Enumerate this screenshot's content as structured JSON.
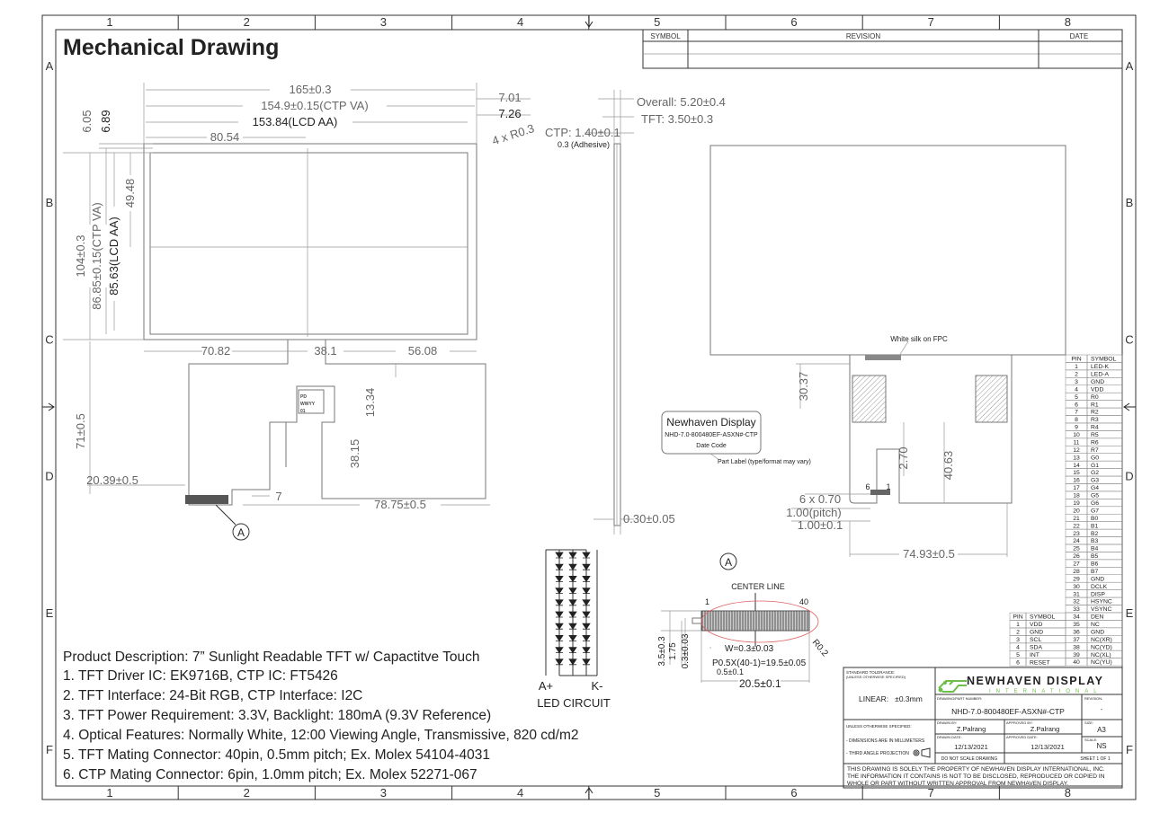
{
  "title": "Mechanical Drawing",
  "zones": {
    "columns": [
      "1",
      "2",
      "3",
      "4",
      "5",
      "6",
      "7",
      "8"
    ],
    "rows": [
      "A",
      "B",
      "C",
      "D",
      "E",
      "F"
    ]
  },
  "revision_table": {
    "symbol": "SYMBOL",
    "revision": "REVISION",
    "date": "DATE"
  },
  "front_view": {
    "overall_width": "165±0.3",
    "ctp_va_width": "154.9±0.15(CTP VA)",
    "lcd_aa_width": "153.84(LCD AA)",
    "center_offset_x": "80.54",
    "right_offset_1": "7.01",
    "right_offset_2": "7.26",
    "corner_radius": "4 x R0.3",
    "top_offset_1": "6.05",
    "top_offset_2": "6.89",
    "center_offset_y": "49.48",
    "overall_height": "104±0.3",
    "ctp_va_height": "86.85±0.15(CTP VA)",
    "lcd_aa_height": "85.63(LCD AA)",
    "fpc_left": "70.82",
    "fpc_width": "38.1",
    "fpc_right": "56.08",
    "label_offset": "13.34",
    "fpc_length": "38.15",
    "total_height": "71±0.5",
    "connector_offset": "20.39±0.5",
    "tail_width": "7",
    "tail_offset": "78.75±0.5",
    "detail_marker": "A",
    "fpc_label_lines": [
      "PD",
      "WWYY",
      "01"
    ]
  },
  "side_view": {
    "overall": "Overall: 5.20±0.4",
    "tft": "TFT: 3.50±0.3",
    "ctp": "CTP: 1.40±0.1",
    "adhesive": "0.3 (Adhesive)",
    "fpc_thickness": "0.30±0.05"
  },
  "part_label": {
    "brand": "Newhaven Display",
    "part_number": "NHD-7.0-800480EF-ASXN#-CTP",
    "date_code": "Date Code",
    "note": "Part Label (type/format may vary)"
  },
  "back_view": {
    "silk_note": "White silk on FPC",
    "fpc_offset": "30.37",
    "ctp_conn_offset": "2.70",
    "fpc_height": "40.63",
    "pin_6": "6",
    "pin_1": "1",
    "ctp_pins": "6 x 0.70",
    "ctp_pitch": "1.00(pitch)",
    "ctp_pitch_tol": "1.00±0.1",
    "fpc_offset_x": "74.93±0.5"
  },
  "led_circuit": {
    "anode": "A+",
    "cathode": "K-",
    "label": "LED CIRCUIT",
    "rows": 10,
    "cols": 3
  },
  "detail_a": {
    "marker": "A",
    "center_line": "CENTER LINE",
    "pin_first": "1",
    "pin_last": "40",
    "radius": "R0.2",
    "height": "3.5±0.3",
    "half_height": "1.75",
    "contact_thickness": "0.3±0.03",
    "width": "W=0.3±0.03",
    "pitch": "P0.5X(40-1)=19.5±0.05",
    "edge": "0.5±0.1",
    "total_width": "20.5±0.1"
  },
  "description": [
    "Product Description: 7” Sunlight Readable TFT w/ Capactitve Touch",
    "1. TFT Driver IC: EK9716B, CTP IC: FT5426",
    "2. TFT Interface: 24-Bit RGB, CTP Interface: I2C",
    "3. TFT Power Requirement: 3.3V, Backlight: 180mA (9.3V Reference)",
    "4. Optical Features: Normally White, 12:00 Viewing Angle, Transmissive, 820 cd/m2",
    "5. TFT Mating Connector: 40pin, 0.5mm pitch; Ex. Molex 54104-4031",
    "6. CTP Mating Connector: 6pin, 1.0mm pitch; Ex. Molex 52271-067"
  ],
  "tft_pin_table": {
    "headers": [
      "PIN",
      "SYMBOL"
    ],
    "rows": [
      [
        "1",
        "LED-K"
      ],
      [
        "2",
        "LED-A"
      ],
      [
        "3",
        "GND"
      ],
      [
        "4",
        "VDD"
      ],
      [
        "5",
        "R0"
      ],
      [
        "6",
        "R1"
      ],
      [
        "7",
        "R2"
      ],
      [
        "8",
        "R3"
      ],
      [
        "9",
        "R4"
      ],
      [
        "10",
        "R5"
      ],
      [
        "11",
        "R6"
      ],
      [
        "12",
        "R7"
      ],
      [
        "13",
        "G0"
      ],
      [
        "14",
        "G1"
      ],
      [
        "15",
        "G2"
      ],
      [
        "16",
        "G3"
      ],
      [
        "17",
        "G4"
      ],
      [
        "18",
        "G5"
      ],
      [
        "19",
        "G6"
      ],
      [
        "20",
        "G7"
      ],
      [
        "21",
        "B0"
      ],
      [
        "22",
        "B1"
      ],
      [
        "23",
        "B2"
      ],
      [
        "24",
        "B3"
      ],
      [
        "25",
        "B4"
      ],
      [
        "26",
        "B5"
      ],
      [
        "27",
        "B6"
      ],
      [
        "28",
        "B7"
      ],
      [
        "29",
        "GND"
      ],
      [
        "30",
        "DCLK"
      ],
      [
        "31",
        "DISP"
      ],
      [
        "32",
        "HSYNC"
      ],
      [
        "33",
        "VSYNC"
      ],
      [
        "34",
        "DEN"
      ],
      [
        "35",
        "NC"
      ],
      [
        "36",
        "GND"
      ],
      [
        "37",
        "NC(XR)"
      ],
      [
        "38",
        "NC(YD)"
      ],
      [
        "39",
        "NC(XL)"
      ],
      [
        "40",
        "NC(YU)"
      ]
    ]
  },
  "ctp_pin_table": {
    "headers": [
      "PIN",
      "SYMBOL"
    ],
    "rows": [
      [
        "1",
        "VDD"
      ],
      [
        "2",
        "GND"
      ],
      [
        "3",
        "SCL"
      ],
      [
        "4",
        "SDA"
      ],
      [
        "5",
        "INT"
      ],
      [
        "6",
        "RESET"
      ]
    ]
  },
  "title_block": {
    "tolerance_label": "STANDARD TOLERANCE:",
    "tolerance_sub": "(UNLESS OTHERWISE SPECIFIED)",
    "linear": "LINEAR:   ±0.3mm",
    "logo_main": "NEWHAVEN DISPLAY",
    "logo_sub": "INTERNATIONAL",
    "part_number_label": "DRAWING/PART NUMBER:",
    "part_number": "NHD-7.0-800480EF-ASXN#-CTP",
    "revision_label": "REVISION:",
    "revision": "-",
    "size_label": "SIZE:",
    "size": "A3",
    "scale_label": "SCALE:",
    "scale": "NS",
    "unless_label": "UNLESS OTHERWISE SPECIFIED:",
    "units_note": "- DIMENSIONS ARE IN MILLIMETERS",
    "projection_note": "- THIRD ANGLE PROJECTION",
    "drawn_by_label": "DRAWN BY:",
    "drawn_by": "Z.Palrang",
    "approved_by_label": "APPROVED BY:",
    "approved_by": "Z.Palrang",
    "drawn_date_label": "DRAWN DATE:",
    "drawn_date": "12/13/2021",
    "approved_date_label": "APPROVED DATE:",
    "approved_date": "12/13/2021",
    "no_scale": "DO NOT SCALE DRAWING",
    "sheet": "SHEET 1 OF 1",
    "notice": [
      "THIS DRAWING IS SOLELY THE PROPERTY OF NEWHAVEN DISPLAY INTERNATIONAL, INC.",
      "THE INFORMATION IT CONTAINS IS NOT TO BE DISCLOSED, REPRODUCED OR COPIED IN",
      "WHOLE OR PART WITHOUT WRITTEN APPROVAL FROM NEWHAVEN DISPLAY."
    ]
  },
  "colors": {
    "logo_green": "#6cc04a",
    "line": "#777777",
    "ellipse": "#e06060"
  }
}
